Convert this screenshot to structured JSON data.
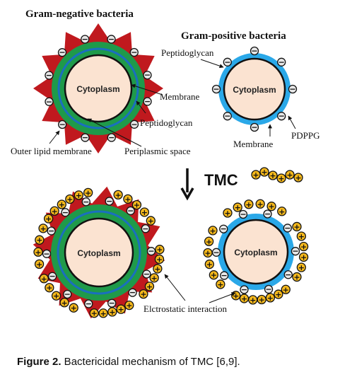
{
  "labels": {
    "gram_negative_title": "Gram-negative bacteria",
    "gram_positive_title": "Gram-positive  bacteria",
    "cytoplasm": "Cytoplasm",
    "membrane": "Membrane",
    "peptidoglycan": "Peptidoglycan",
    "outer_lipid_membrane": "Outer lipid membrane",
    "periplasmic_space": "Periplasmic space",
    "pdppg": "PDPPG",
    "tmc": "TMC",
    "electrostatic": "Elctrostatic interaction",
    "minus": "−",
    "plus": "+"
  },
  "caption": {
    "prefix": "Figure 2.",
    "text": " Bactericidal mechanism of TMC [6,9]."
  },
  "colors": {
    "outer_membrane": "#c0191e",
    "peptidoglycan_gn": "#1f9a4a",
    "membrane_ring": "#1a6fbf",
    "cytoplasm": "#fbe3d1",
    "gram_positive_wall": "#2aa8e8",
    "tmc_bead": "#f5b81c",
    "neg_charge_bg": "#e8e8e8"
  },
  "icons": {
    "down_arrow": "down-arrow-icon"
  }
}
